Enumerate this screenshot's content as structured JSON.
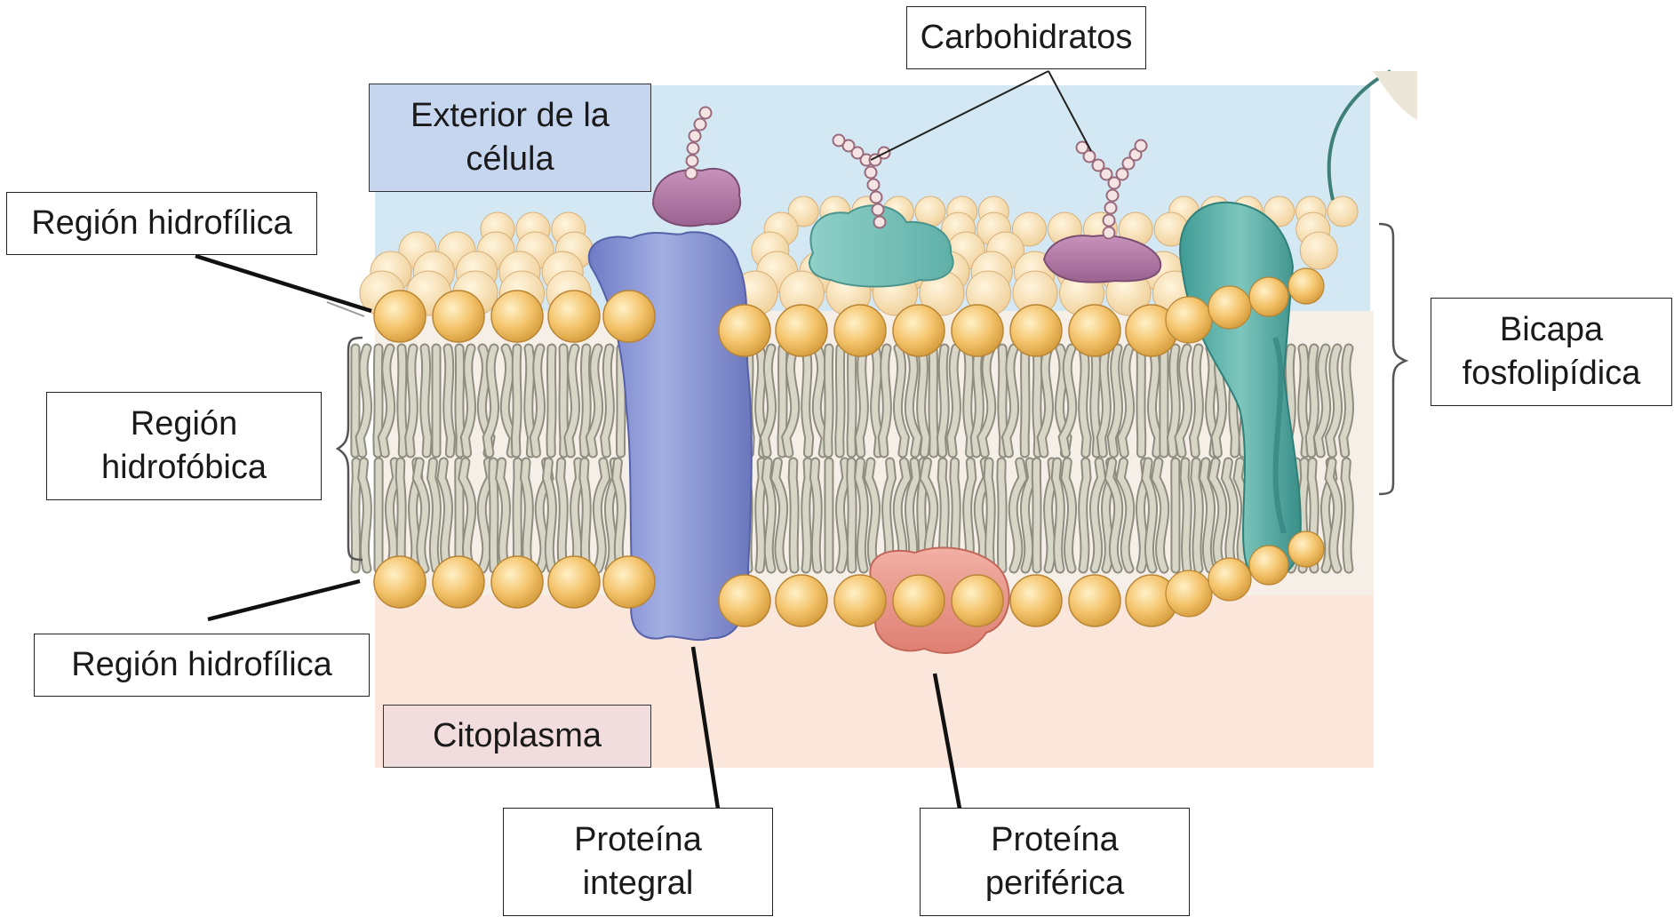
{
  "labels": {
    "carbohydrates": "Carbohidratos",
    "outside": "Exterior de la\ncélula",
    "hydrophilic_top": "Región hidrofílica",
    "hydrophobic": "Región\nhidrofóbica",
    "bilayer": "Bicapa\nfosfolipídica",
    "hydrophilic_bottom": "Región hidrofílica",
    "cytoplasm": "Citoplasma",
    "integral_protein": "Proteína\nintegral",
    "peripheral_protein": "Proteína\nperiférica"
  },
  "colors": {
    "outside_bg": "#d4e8f4",
    "cytoplasm_bg": "#fbe6dc",
    "outside_label_bg": "#c6d6ee",
    "cytoplasm_label_bg": "#f1dcde",
    "phosphate_head": "#f2c36e",
    "lipid_tail": "#cfcdbb",
    "integral_protein": "#8b98d4",
    "peripheral_protein": "#e89a8e",
    "glycoprotein_pink": "#b07aa2",
    "glycoprotein_teal": "#7cc0b8",
    "channel_protein": "#4ea6a0"
  }
}
